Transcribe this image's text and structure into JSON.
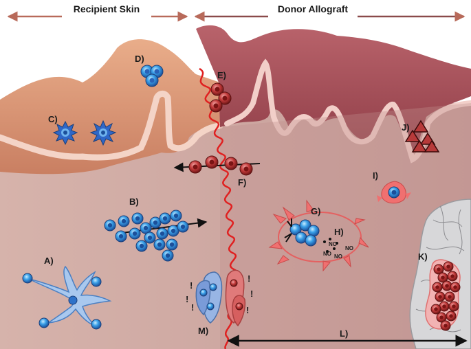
{
  "headers": {
    "recipient": "Recipient Skin",
    "donor": "Donor Allograft"
  },
  "labels": {
    "a": "A)",
    "b": "B)",
    "c": "C)",
    "d": "D)",
    "e": "E)",
    "f": "F)",
    "g": "G)",
    "h": "H)",
    "i": "I)",
    "j": "J)",
    "k": "K)",
    "l": "L)",
    "m": "M)"
  },
  "annotations": {
    "no": "NO",
    "exclaim": "!"
  },
  "colors": {
    "recipient_epidermis": "#dc9a78",
    "donor_epidermis": "#a8545e",
    "recipient_dermis": "#d3aea6",
    "donor_dermis": "#c8a09d",
    "basement": "#f7d8cf",
    "boundary": "#e02020",
    "blue_cell": "#2e8ede",
    "red_cell": "#c23a3a",
    "arrow_header": "#b86a5a"
  }
}
